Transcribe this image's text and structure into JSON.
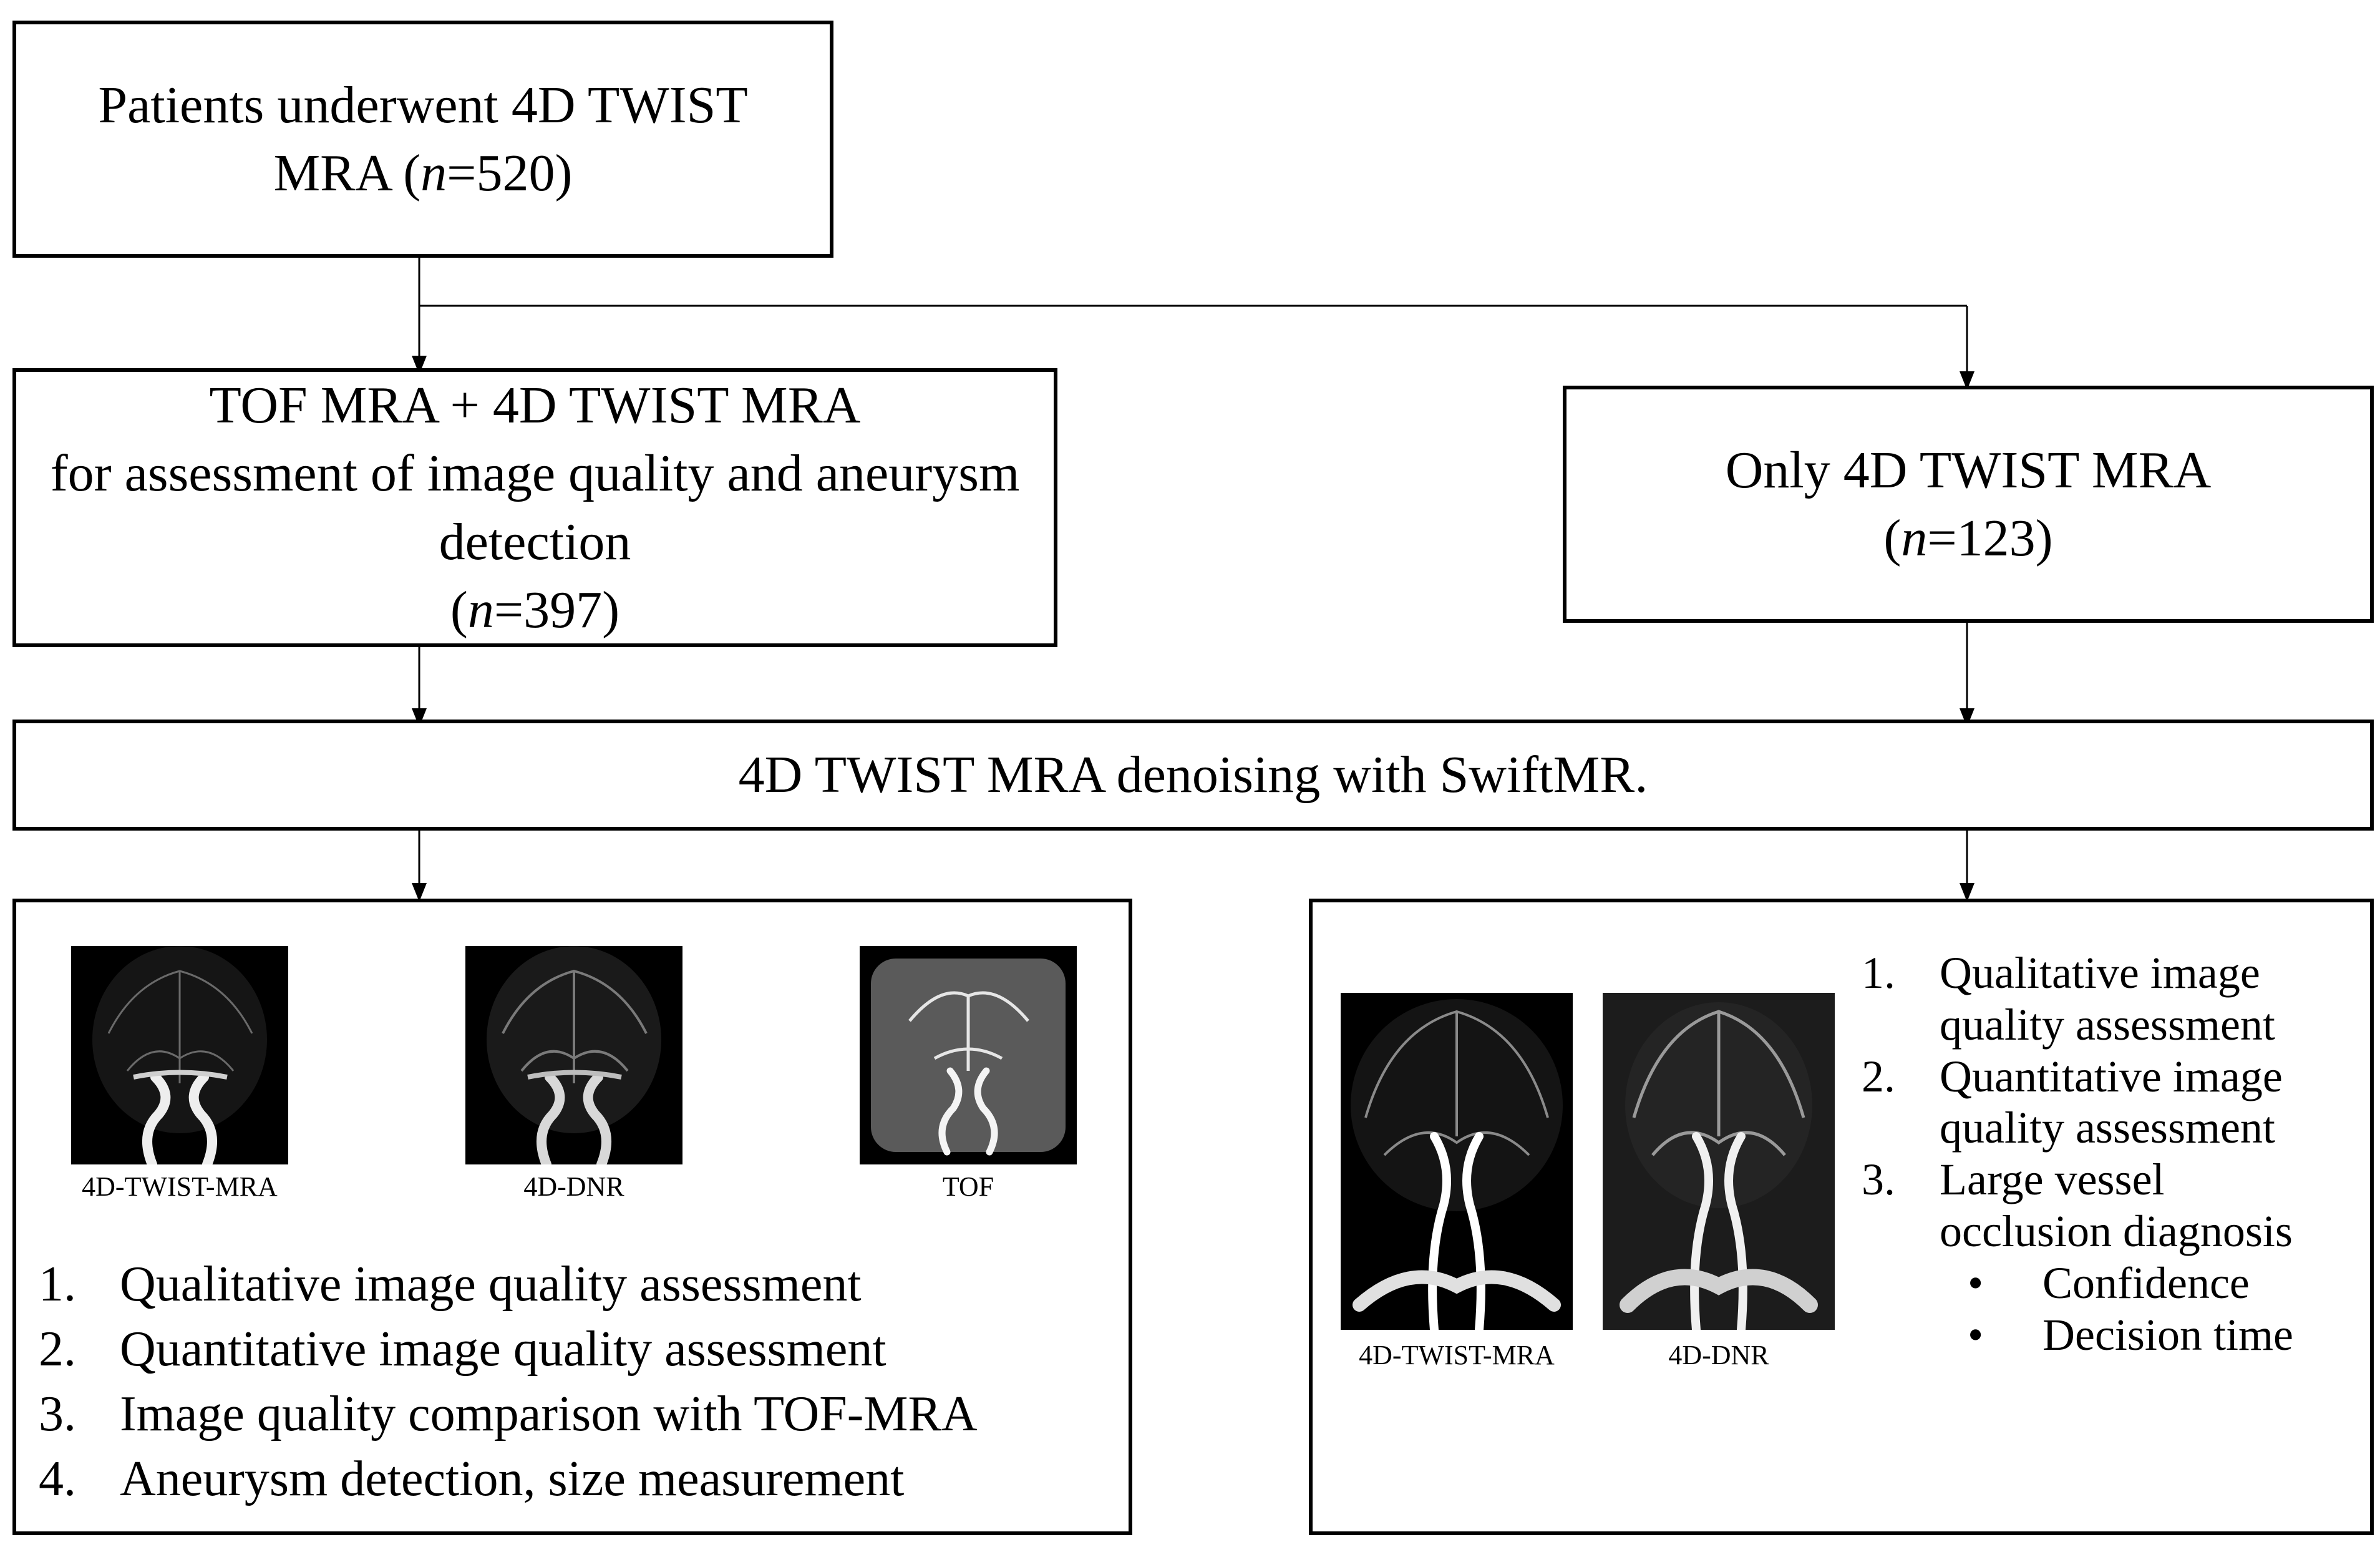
{
  "box_patients": {
    "text_pre": "Patients underwent 4D TWIST",
    "text_mra": "MRA (",
    "n_italic": "n",
    "count": "=520)"
  },
  "box_tof": {
    "line1": "TOF MRA + 4D TWIST MRA",
    "line2": "for assessment of image quality and aneurysm",
    "line3": "detection",
    "open": "(",
    "n_italic": "n",
    "count": "=397)"
  },
  "box_only": {
    "line1": "Only 4D TWIST MRA",
    "open": "(",
    "n_italic": "n",
    "count": "=123)"
  },
  "box_denoise": {
    "text": "4D TWIST MRA denoising with SwiftMR."
  },
  "left_panel": {
    "images": [
      {
        "caption": "4D-TWIST-MRA"
      },
      {
        "caption": "4D-DNR"
      },
      {
        "caption": "TOF"
      }
    ],
    "items": [
      {
        "num": "1.",
        "text": "Qualitative image quality assessment"
      },
      {
        "num": "2.",
        "text": "Quantitative image quality assessment"
      },
      {
        "num": "3.",
        "text": "Image quality comparison with TOF-MRA"
      },
      {
        "num": "4.",
        "text": "Aneurysm detection, size measurement"
      }
    ]
  },
  "right_panel": {
    "images": [
      {
        "caption": "4D-TWIST-MRA"
      },
      {
        "caption": "4D-DNR"
      }
    ],
    "items": [
      {
        "num": "1.",
        "line1": "Qualitative image",
        "line2": "quality assessment"
      },
      {
        "num": "2.",
        "line1": "Quantitative image",
        "line2": "quality assessment"
      },
      {
        "num": "3.",
        "line1": "Large vessel",
        "line2": "occlusion diagnosis"
      }
    ],
    "bullets": [
      {
        "dot": "•",
        "text": "Confidence"
      },
      {
        "dot": "•",
        "text": "Decision time"
      }
    ]
  }
}
